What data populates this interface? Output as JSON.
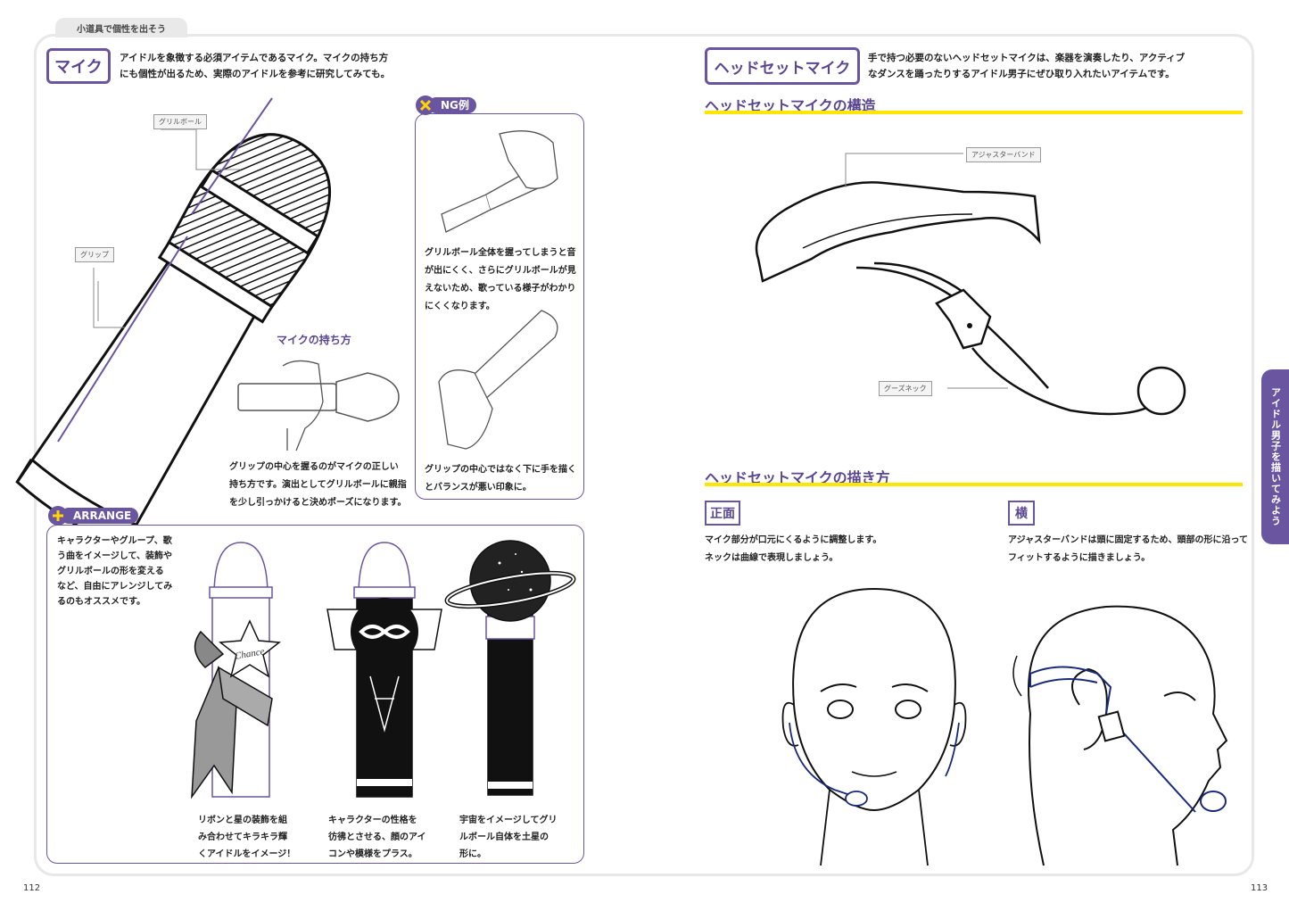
{
  "chapter_tab": "小道具で個性を出そう",
  "left": {
    "heading": "マイク",
    "intro": [
      "アイドルを象徴する必須アイテムであるマイク。マイクの持ち方",
      "にも個性が出るため、実際のアイドルを参考に研究してみても。"
    ],
    "labels": {
      "grill": "グリルボール",
      "grip": "グリップ"
    },
    "hold_title": "マイクの持ち方",
    "hold_text": [
      "グリップの中心を握るのがマイクの正しい",
      "持ち方です。演出としてグリルボールに親指",
      "を少し引っかけると決めポーズになります。"
    ],
    "ng": {
      "badge": "NG例",
      "badge_icon": "x-icon",
      "text1": [
        "グリルボール全体を握ってしまうと音",
        "が出にくく、さらにグリルボールが見",
        "えないため、歌っている様子がわかり",
        "にくくなります。"
      ],
      "text2": [
        "グリップの中心ではなく下に手を描く",
        "とバランスが悪い印象に。"
      ]
    },
    "arrange": {
      "badge": "ARRANGE",
      "badge_icon": "plus-icon",
      "intro": [
        "キャラクターやグループ、歌",
        "う曲をイメージして、装飾や",
        "グリルボールの形を変える",
        "など、自由にアレンジしてみ",
        "るのもオススメです。"
      ],
      "star_text": "Chance",
      "captions": [
        [
          "リボンと星の装飾を組",
          "み合わせてキラキラ輝",
          "くアイドルをイメージ！"
        ],
        [
          "キャラクターの性格を",
          "彷彿とさせる、顔のアイ",
          "コンや模様をプラス。"
        ],
        [
          "宇宙をイメージしてグリ",
          "ルボール自体を土星の",
          "形に。"
        ]
      ]
    },
    "page_number": "112"
  },
  "right": {
    "heading": "ヘッドセットマイク",
    "intro": [
      "手で持つ必要のないヘッドセットマイクは、楽器を演奏したり、アクティブ",
      "なダンスを踊ったりするアイドル男子にぜひ取り入れたいアイテムです。"
    ],
    "structure_title": "ヘッドセットマイクの構造",
    "labels": {
      "band": "アジャスターバンド",
      "neck": "グーズネック"
    },
    "draw_title": "ヘッドセットマイクの描き方",
    "front": {
      "label": "正面",
      "text": [
        "マイク部分が口元にくるように調整します。",
        "ネックは曲線で表現しましょう。"
      ]
    },
    "side": {
      "label": "横",
      "text": [
        "アジャスターバンドは頭に固定するため、頭部の形に沿って",
        "フィットするように描きましょう。"
      ]
    },
    "page_number": "113"
  },
  "side_tab": "アイドル男子を描いてみよう",
  "colors": {
    "accent": "#6a55a0",
    "highlight": "#ffe600"
  }
}
